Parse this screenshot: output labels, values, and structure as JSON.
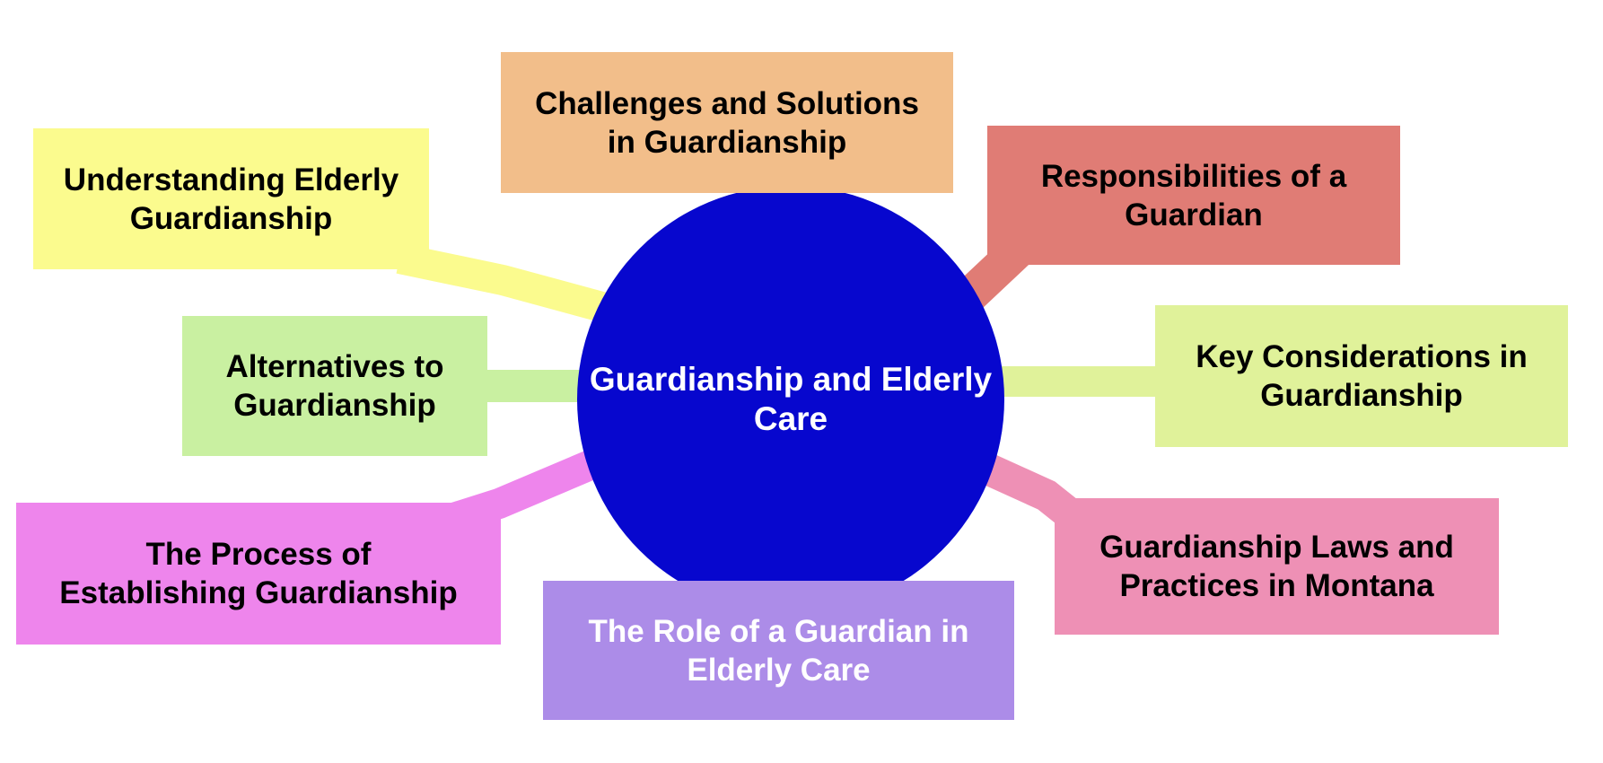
{
  "diagram": {
    "type": "mindmap",
    "background": "#ffffff"
  },
  "center": {
    "label": "Guardianship and Elderly\nCare",
    "color": "#0707CE",
    "text_color": "#FFFFFF"
  },
  "nodes": [
    {
      "id": "challenges",
      "label": "Challenges and Solutions\nin Guardianship",
      "color": "#F2BE8A",
      "text_color": "#000000"
    },
    {
      "id": "understanding",
      "label": "Understanding Elderly\nGuardianship",
      "color": "#FBFB8E",
      "text_color": "#000000"
    },
    {
      "id": "responsibilities",
      "label": "Responsibilities of a\nGuardian",
      "color": "#E07C75",
      "text_color": "#000000"
    },
    {
      "id": "alternatives",
      "label": "Alternatives to\nGuardianship",
      "color": "#C9F0A1",
      "text_color": "#000000"
    },
    {
      "id": "key-considerations",
      "label": "Key Considerations in\nGuardianship",
      "color": "#E0F29A",
      "text_color": "#000000"
    },
    {
      "id": "process",
      "label": "The Process of\nEstablishing Guardianship",
      "color": "#EE85EC",
      "text_color": "#000000"
    },
    {
      "id": "role",
      "label": "The Role of a Guardian in\nElderly Care",
      "color": "#AC8CE8",
      "text_color": "#FFFFFF"
    },
    {
      "id": "laws",
      "label": "Guardianship Laws and\nPractices in Montana",
      "color": "#EE90B5",
      "text_color": "#000000"
    }
  ]
}
